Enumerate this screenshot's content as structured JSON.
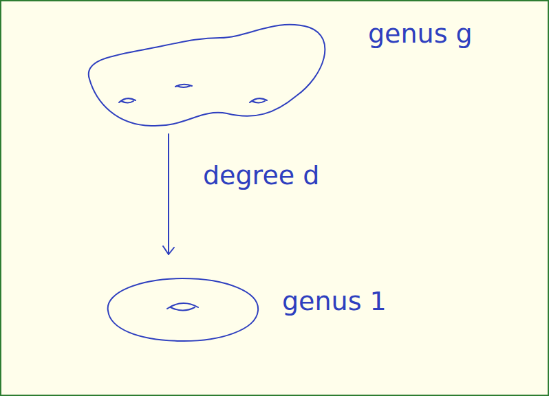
{
  "diagram": {
    "nodes": [
      {
        "text": [
          "genus g"
        ]
      },
      {
        "text": [
          "genus 1"
        ]
      }
    ],
    "edges": [
      {
        "from": 0,
        "to": 1,
        "arrow": "to",
        "label": "degree d"
      }
    ]
  }
}
